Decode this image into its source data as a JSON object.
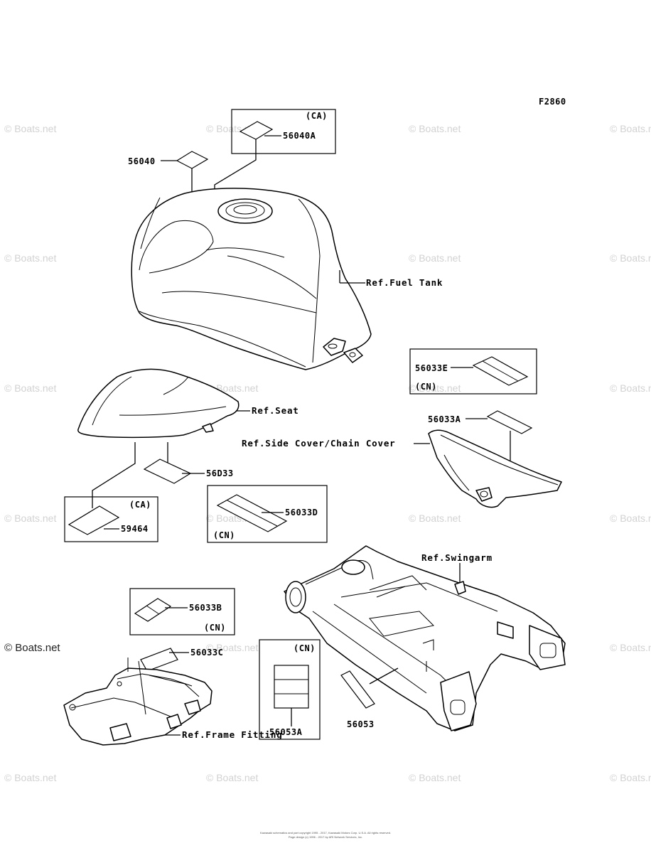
{
  "figure_code": "F2860",
  "watermark": "© Boats.net",
  "footer": {
    "line1": "Kawasaki schematics and part copyright 1995 - 2017, Kawasaki Motors Corp. U.S.A. All rights reserved.",
    "line2": "Page design (c) 1996 - 2017 by ARI Network Services, Inc."
  },
  "parts": {
    "p56040": "56040",
    "p56040A": "56040A",
    "p56033E": "56033E",
    "p56033A": "56033A",
    "p56033": "56D33",
    "p59464": "59464",
    "p56033D": "56033D",
    "p56033B": "56033B",
    "p56033C": "56033C",
    "p56053A": "56053A",
    "p56053": "56053"
  },
  "region_tags": {
    "ca_top": "(CA)",
    "cn_56033E": "(CN)",
    "ca_59464": "(CA)",
    "cn_56033D": "(CN)",
    "cn_56033B": "(CN)",
    "cn_56053A": "(CN)"
  },
  "references": {
    "fuel_tank": "Ref.Fuel Tank",
    "seat": "Ref.Seat",
    "side_cover": "Ref.Side Cover/Chain Cover",
    "swingarm": "Ref.Swingarm",
    "frame_fitting": "Ref.Frame Fitting"
  }
}
